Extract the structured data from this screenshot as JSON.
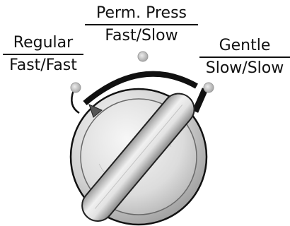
{
  "settings": [
    {
      "name": "Regular",
      "speed": "Fast/Fast"
    },
    {
      "name": "Perm. Press",
      "speed": "Fast/Slow"
    },
    {
      "name": "Gentle",
      "speed": "Slow/Slow"
    }
  ],
  "colors": {
    "ink": "#111111",
    "dot": "#c8c8c8",
    "knob_light": "#f2f2f2",
    "knob_dark": "#9a9a9a",
    "pointer": "#555555"
  },
  "icons": {
    "pointer": "triangle-pointer-icon",
    "indicator_dot": "dot-icon"
  }
}
